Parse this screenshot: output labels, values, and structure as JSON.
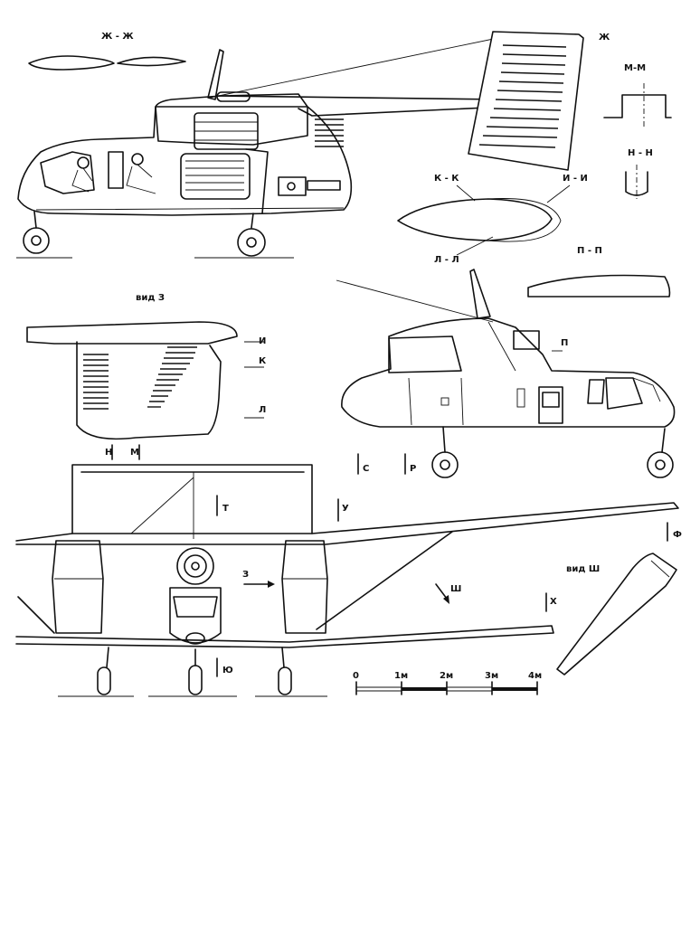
{
  "section_labels": {
    "zh_zh": "Ж - Ж",
    "zh_mark": "Ж",
    "m_m": "М-М",
    "n_n": "Н - Н",
    "k_k": "К - К",
    "i_i": "И - И",
    "l_l": "Л - Л",
    "p_p": "П - П",
    "view_z": "вид З",
    "view_sh": "вид Ш"
  },
  "markers": {
    "i": "И",
    "k": "К",
    "l": "Л",
    "p": "П",
    "n": "Н",
    "m": "М",
    "s": "С",
    "r": "Р",
    "t": "Т",
    "u": "У",
    "f": "Ф",
    "z": "З",
    "sh": "Ш",
    "kh": "Х",
    "yu": "Ю"
  },
  "scale_bar": {
    "labels": [
      "0",
      "1м",
      "2м",
      "3м",
      "4м"
    ]
  },
  "colors": {
    "ink": "#111111",
    "paper": "#ffffff"
  }
}
